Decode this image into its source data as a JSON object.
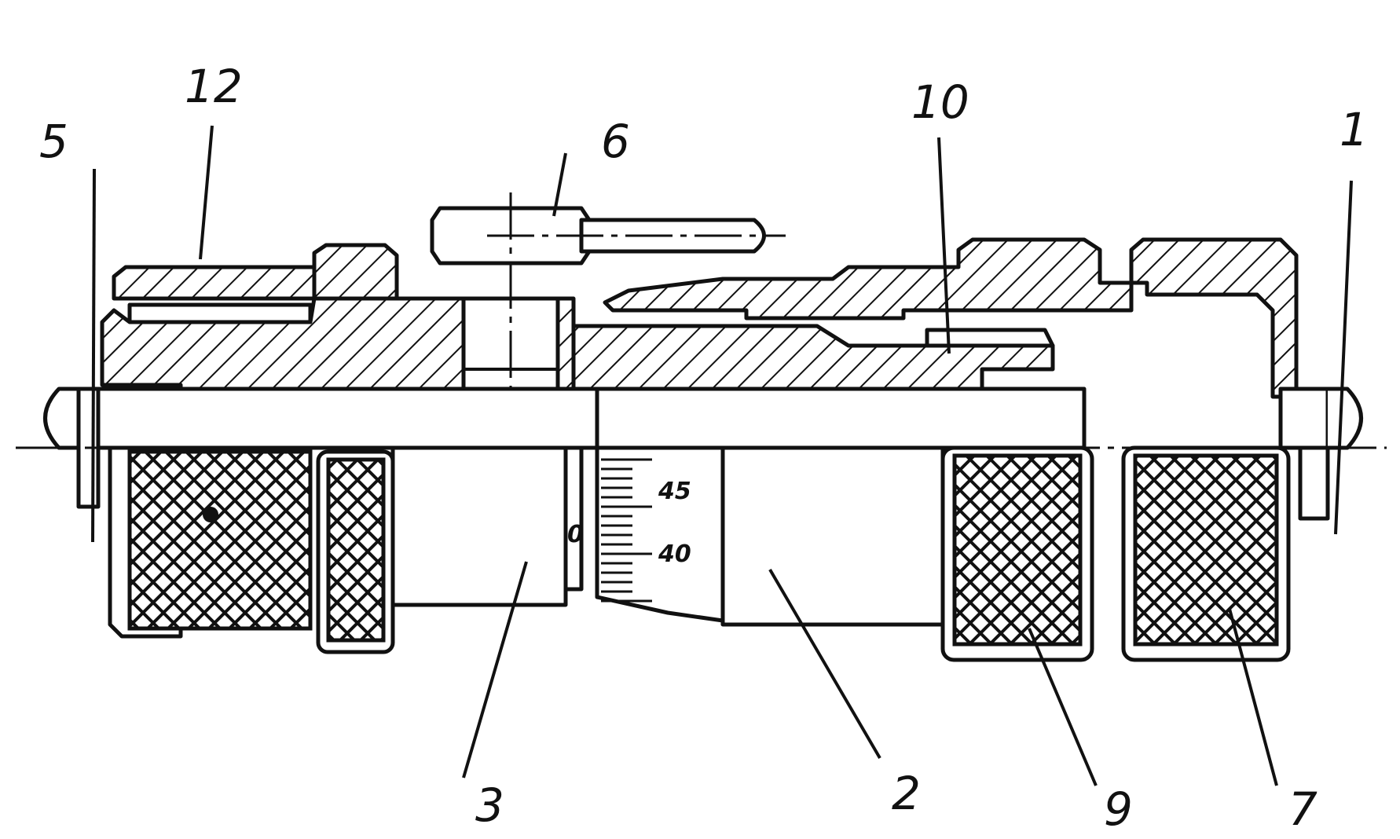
{
  "labels": {
    "part_1": "1",
    "part_2": "2",
    "part_3": "3",
    "part_5": "5",
    "part_6": "6",
    "part_7": "7",
    "part_9": "9",
    "part_10": "10",
    "part_12": "12"
  },
  "scale": {
    "sleeve_zero": "0",
    "thimble_45": "45",
    "thimble_40": "40"
  }
}
